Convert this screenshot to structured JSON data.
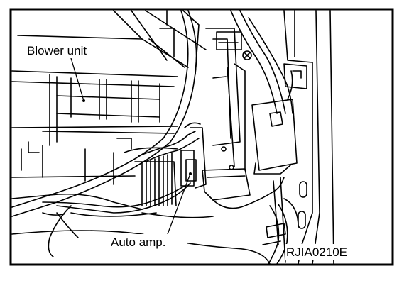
{
  "labels": {
    "blower_unit": "Blower unit",
    "auto_amp": "Auto amp.",
    "figure_code": "RJIA0210E"
  }
}
